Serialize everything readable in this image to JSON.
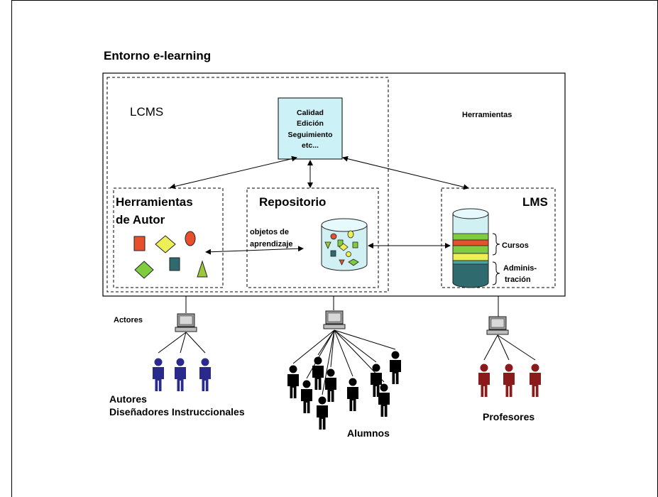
{
  "title": "Entorno e-learning",
  "lcms": {
    "label": "LCMS"
  },
  "herramientas": {
    "label": "Herramientas"
  },
  "quality_box": {
    "lines": [
      "Calidad",
      "Edición",
      "Seguimiento",
      "etc..."
    ]
  },
  "authoring": {
    "lines": [
      "Herramientas",
      "de Autor"
    ]
  },
  "repository": {
    "title": "Repositorio",
    "objects_lines": [
      "objetos de",
      "aprendizaje"
    ]
  },
  "lms": {
    "title": "LMS",
    "cursos": "Cursos",
    "admin_lines": [
      "Adminis-",
      "tración"
    ]
  },
  "actors": {
    "label": "Actores",
    "authors_lines": [
      "Autores",
      "Diseñadores Instruccionales"
    ],
    "students": "Alumnos",
    "teachers": "Profesores"
  },
  "colors": {
    "author_figure": "#2a2a8c",
    "student_figure": "#000000",
    "teacher_figure": "#8b1a1a",
    "quality_box": "#ccf2f7",
    "cylinder": "#d0f0f4",
    "lms_teal": "#2e6a6e",
    "lms_green": "#7fcc3f",
    "lms_red": "#e8502d",
    "lms_yellow": "#eeee55"
  }
}
